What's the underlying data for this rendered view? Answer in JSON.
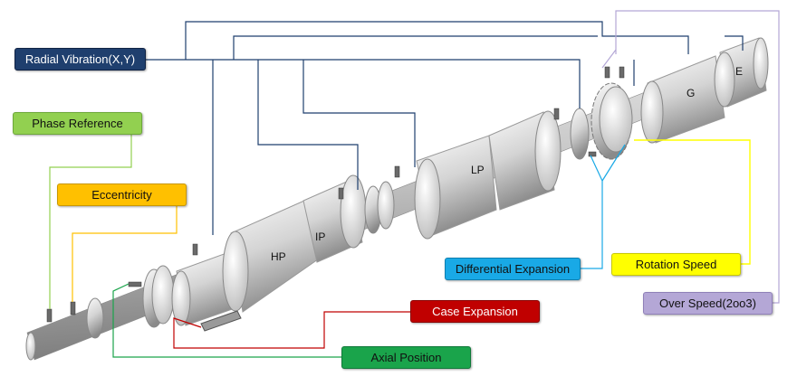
{
  "labels": {
    "radial_vibration": "Radial Vibration(X,Y)",
    "phase_reference": "Phase Reference",
    "eccentricity": "Eccentricity",
    "differential_expansion": "Differential Expansion",
    "rotation_speed": "Rotation Speed",
    "over_speed": "Over Speed(2oo3)",
    "case_expansion": "Case Expansion",
    "axial_position": "Axial Position"
  },
  "sections": {
    "hp": "HP",
    "ip": "IP",
    "lp": "LP",
    "generator": "G",
    "exciter": "E"
  },
  "colors": {
    "radial_vibration": "#1f3f6e",
    "phase_reference": "#92d050",
    "eccentricity": "#ffc000",
    "differential_expansion": "#19a9e6",
    "rotation_speed": "#ffff00",
    "over_speed": "#b4a7d6",
    "case_expansion": "#c00000",
    "axial_position": "#1aa44b"
  }
}
